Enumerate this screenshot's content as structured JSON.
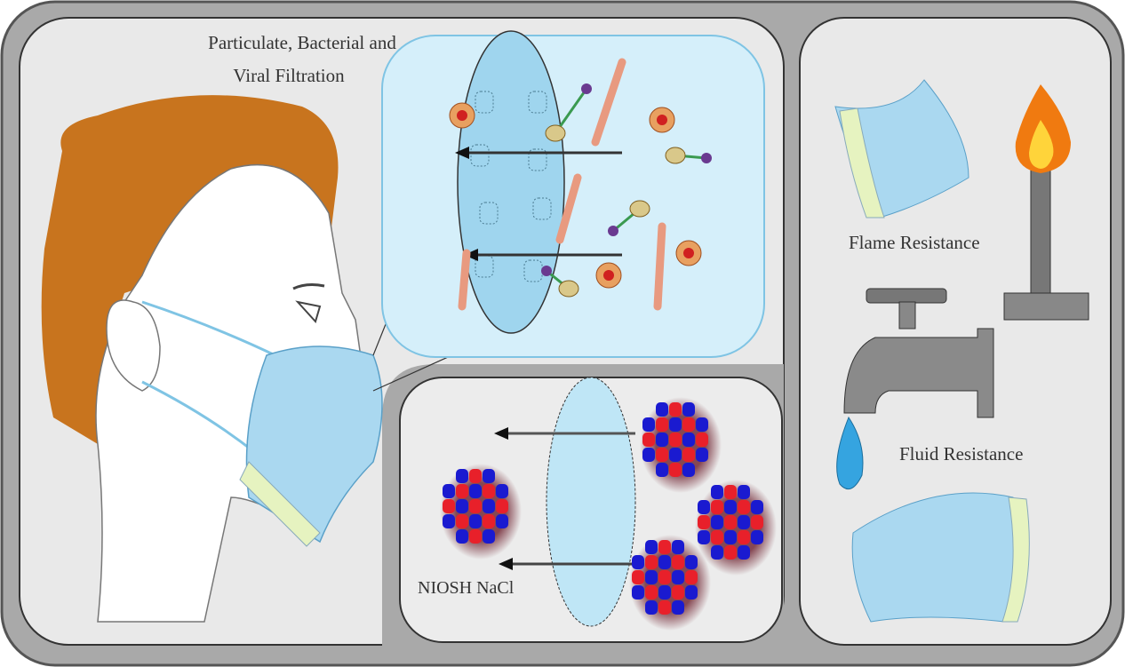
{
  "labels": {
    "filtration_line1": "Particulate, Bacterial and",
    "filtration_line2": "Viral Filtration",
    "flame": "Flame Resistance",
    "fluid": "Fluid Resistance",
    "niosh": "NIOSH NaCl"
  },
  "colors": {
    "frame": "#a9a9a9",
    "panel": "#ececec",
    "mask": "#aad8f0",
    "hair": "#c8741e",
    "nacl_red": "#e8202a",
    "nacl_blue": "#1a1ad0"
  }
}
